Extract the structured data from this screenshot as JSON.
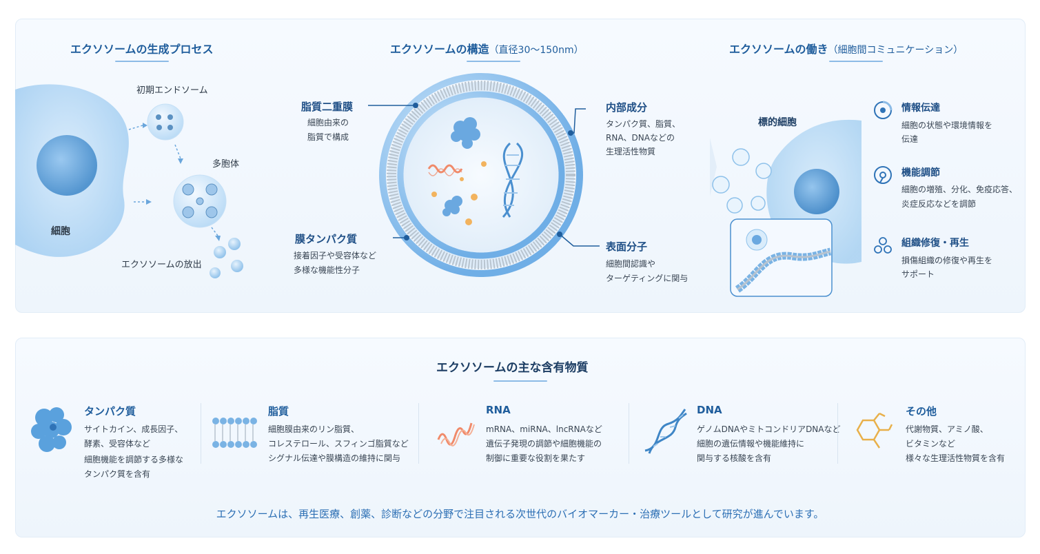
{
  "colors": {
    "accent": "#1f5d9c",
    "light_blue": "#8cbbe6",
    "rna": "#f08a6a",
    "other": "#e8b04a"
  },
  "generation": {
    "title": "エクソソームの生成プロセス",
    "early_endosome": "初期エンドソーム",
    "multivesicular_body": "多胞体",
    "cell": "細胞",
    "release": "エクソソームの放出"
  },
  "structure": {
    "title": "エクソソームの構造",
    "title_sub": "（直径30〜150nm）",
    "lipid_bilayer": {
      "name": "脂質二重膜",
      "desc_1": "細胞由来の",
      "desc_2": "脂質で構成"
    },
    "membrane_protein": {
      "name": "膜タンパク質",
      "desc_1": "接着因子や受容体など",
      "desc_2": "多様な機能性分子"
    },
    "internal": {
      "name": "内部成分",
      "desc_1": "タンパク質、脂質、",
      "desc_2": "RNA、DNAなどの",
      "desc_3": "生理活性物質"
    },
    "surface": {
      "name": "表面分子",
      "desc_1": "細胞間認識や",
      "desc_2": "ターゲティングに関与"
    }
  },
  "function": {
    "title": "エクソソームの働き",
    "title_sub": "（細胞間コミュニケーション）",
    "target_cell": "標的細胞",
    "items": [
      {
        "name": "情報伝達",
        "desc_1": "細胞の状態や環境情報を",
        "desc_2": "伝達",
        "icon": "signal-icon"
      },
      {
        "name": "機能調節",
        "desc_1": "細胞の増殖、分化、免疫応答、",
        "desc_2": "炎症反応などを調節",
        "icon": "regulation-icon"
      },
      {
        "name": "組織修復・再生",
        "desc_1": "損傷組織の修復や再生を",
        "desc_2": "サポート",
        "icon": "repair-icon"
      }
    ]
  },
  "contents": {
    "title": "エクソソームの主な含有物質",
    "categories": [
      {
        "name": "タンパク質",
        "lines": [
          "サイトカイン、成長因子、",
          "酵素、受容体など",
          "細胞機能を調節する多様な",
          "タンパク質を含有"
        ],
        "icon": "protein-icon"
      },
      {
        "name": "脂質",
        "lines": [
          "細胞膜由来のリン脂質、",
          "コレステロール、スフィンゴ脂質など",
          "シグナル伝達や膜構造の維持に関与"
        ],
        "icon": "lipid-icon"
      },
      {
        "name": "RNA",
        "lines": [
          "mRNA、miRNA、lncRNAなど",
          "遺伝子発現の調節や細胞機能の",
          "制御に重要な役割を果たす"
        ],
        "icon": "rna-icon"
      },
      {
        "name": "DNA",
        "lines": [
          "ゲノムDNAやミトコンドリアDNAなど",
          "細胞の遺伝情報や機能維持に",
          "関与する核酸を含有"
        ],
        "icon": "dna-icon"
      },
      {
        "name": "その他",
        "lines": [
          "代謝物質、アミノ酸、",
          "ビタミンなど",
          "様々な生理活性物質を含有"
        ],
        "icon": "molecule-icon"
      }
    ]
  },
  "footer": "エクソソームは、再生医療、創薬、診断などの分野で注目される次世代のバイオマーカー・治療ツールとして研究が進んでいます。"
}
